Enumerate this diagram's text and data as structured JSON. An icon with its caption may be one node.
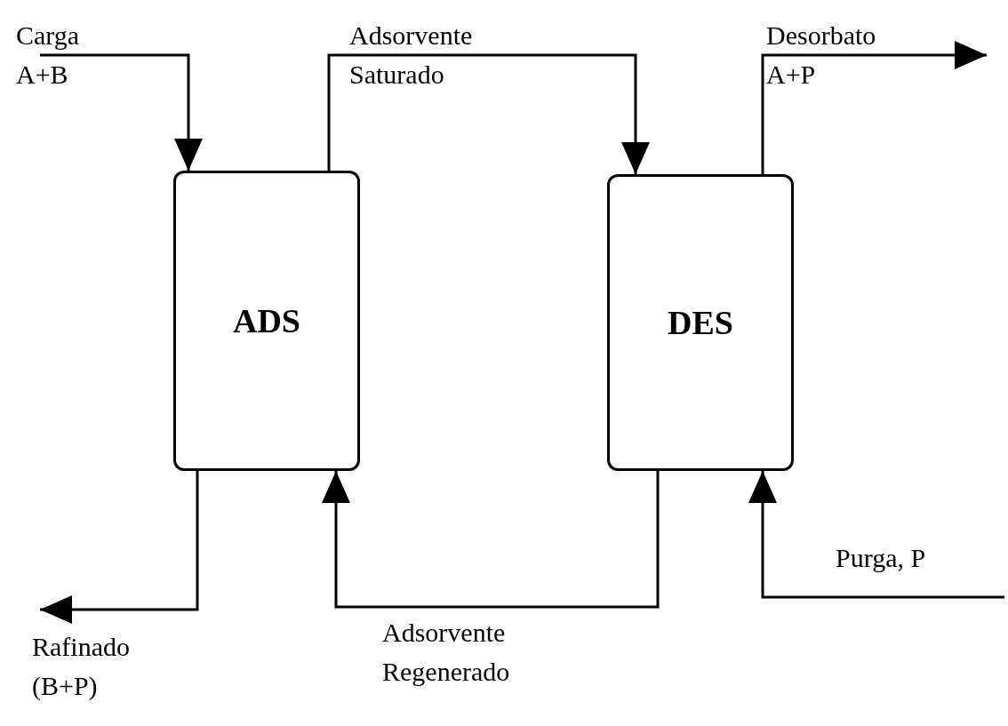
{
  "diagram": {
    "nodes": [
      {
        "text": [
          "ADS"
        ]
      },
      {
        "text": [
          "DES"
        ]
      }
    ],
    "edges": [
      {
        "from": null,
        "to": 0,
        "arrow": "to",
        "label": "Carga A+B"
      },
      {
        "from": 0,
        "to": 1,
        "arrow": "to",
        "label": "Adsorvente Saturado"
      },
      {
        "from": 1,
        "to": null,
        "arrow": "to",
        "label": "Desorbato A+P"
      },
      {
        "from": null,
        "to": 1,
        "arrow": "to",
        "label": "Purga, P"
      },
      {
        "from": 1,
        "to": 0,
        "arrow": "to",
        "label": "Adsorvente Regenerado"
      },
      {
        "from": 0,
        "to": null,
        "arrow": "to",
        "label": "Rafinado (B+P)"
      }
    ]
  }
}
